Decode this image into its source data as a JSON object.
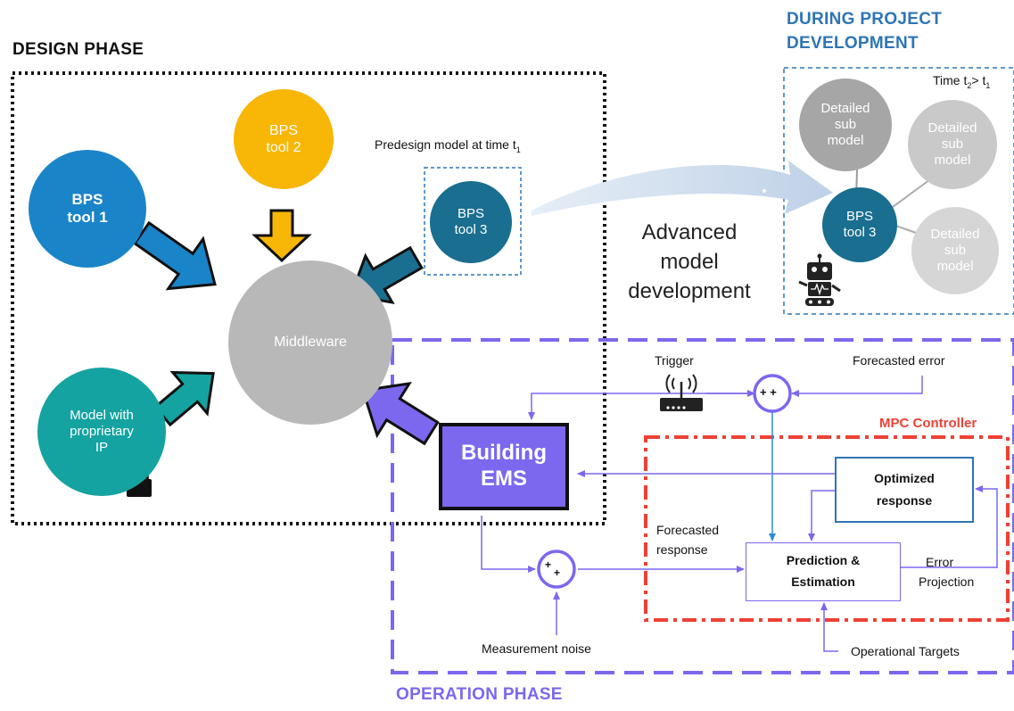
{
  "phases": {
    "design": "DESIGN PHASE",
    "during_line1": "DURING PROJECT",
    "during_line2": "DEVELOPMENT",
    "operation": "OPERATION PHASE"
  },
  "design": {
    "tool1": [
      "BPS",
      "tool 1"
    ],
    "tool2": [
      "BPS",
      "tool 2"
    ],
    "tool3": [
      "BPS",
      "tool 3"
    ],
    "proprietary": [
      "Model with",
      "proprietary",
      "IP"
    ],
    "middleware": "Middleware",
    "predesign_label": "Predesign model at time t",
    "predesign_sub": "1"
  },
  "advanced": [
    "Advanced",
    "model",
    "development"
  ],
  "project": {
    "time_label": "Time t",
    "time_sub1": "2",
    "time_gt": "> t",
    "time_sub2": "1",
    "sub_models": [
      [
        "Detailed",
        "sub",
        "model"
      ],
      [
        "Detailed",
        "sub",
        "model"
      ],
      [
        "Detailed",
        "sub",
        "model"
      ]
    ],
    "tool3": [
      "BPS",
      "tool 3"
    ]
  },
  "operation": {
    "trigger": "Trigger",
    "forecasted_error": "Forecasted error",
    "mpc_controller": "MPC Controller",
    "ems": [
      "Building",
      "EMS"
    ],
    "optimized": [
      "Optimized",
      "response"
    ],
    "forecasted_response": [
      "Forecasted",
      "response"
    ],
    "prediction": [
      "Prediction  &",
      "Estimation"
    ],
    "error_projection": [
      "Error",
      "Projection"
    ],
    "measurement_noise": "Measurement noise",
    "operational_targets": "Operational Targets",
    "sum_top": "+ +",
    "sum_bottom": "+"
  },
  "colors": {
    "tool1": "#1a84c9",
    "tool2": "#f8b606",
    "tool3": "#1a6e8f",
    "proprietary": "#14a3a0",
    "middleware": "#b8b8b8",
    "purple": "#7b68ee",
    "mpc_red": "#ee4035",
    "blue_title": "#2e75b6"
  }
}
